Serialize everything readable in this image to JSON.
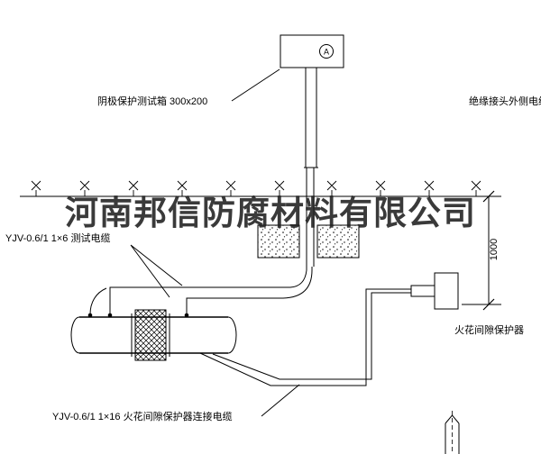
{
  "watermark": {
    "text": "河南邦信防腐材料有限公司"
  },
  "labels": {
    "test_box": "阴极保护测试箱 300x200",
    "outer_cable": "绝缘接头外侧电缆",
    "test_cable": "YJV-0.6/1 1×6  测试电缆",
    "dimension_1000": "1000",
    "spark_gap_protector": "火花间隙保护器",
    "spark_gap_cable": "YJV-0.6/1 1×16  火花间隙保护器连接电缆",
    "meter_symbol": "A"
  },
  "colors": {
    "line": "#000000",
    "background": "#ffffff",
    "watermark": "#1f1f1f"
  }
}
